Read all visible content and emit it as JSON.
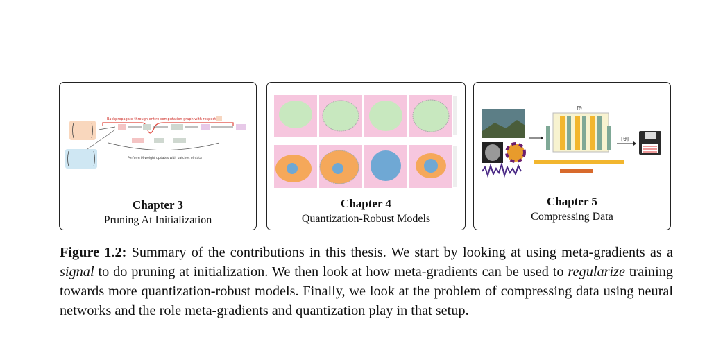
{
  "panels": [
    {
      "chapter": "Chapter 3",
      "title": "Pruning At Initialization",
      "diagram": {
        "banner": "Backpropagate through entire computation graph with respect to",
        "brace_note": "Perform M weight updates with batches of data"
      }
    },
    {
      "chapter": "Chapter 4",
      "title": "Quantization-Robust Models"
    },
    {
      "chapter": "Chapter 5",
      "title": "Compressing Data",
      "diagram": {
        "model_label": "fθ",
        "output_label": "[θ]"
      }
    }
  ],
  "caption": {
    "label": "Figure 1.2:",
    "t1": " Summary of the contributions in this thesis. We start by looking at using meta-gradients as a ",
    "i1": "signal",
    "t2": " to do pruning at initialization. We then look at how meta-gradients can be used to ",
    "i2": "regularize",
    "t3": " training towards more quantization-robust models. Finally, we look at the problem of compressing data using neural networks and the role meta-gradients and quantization play in that setup."
  }
}
